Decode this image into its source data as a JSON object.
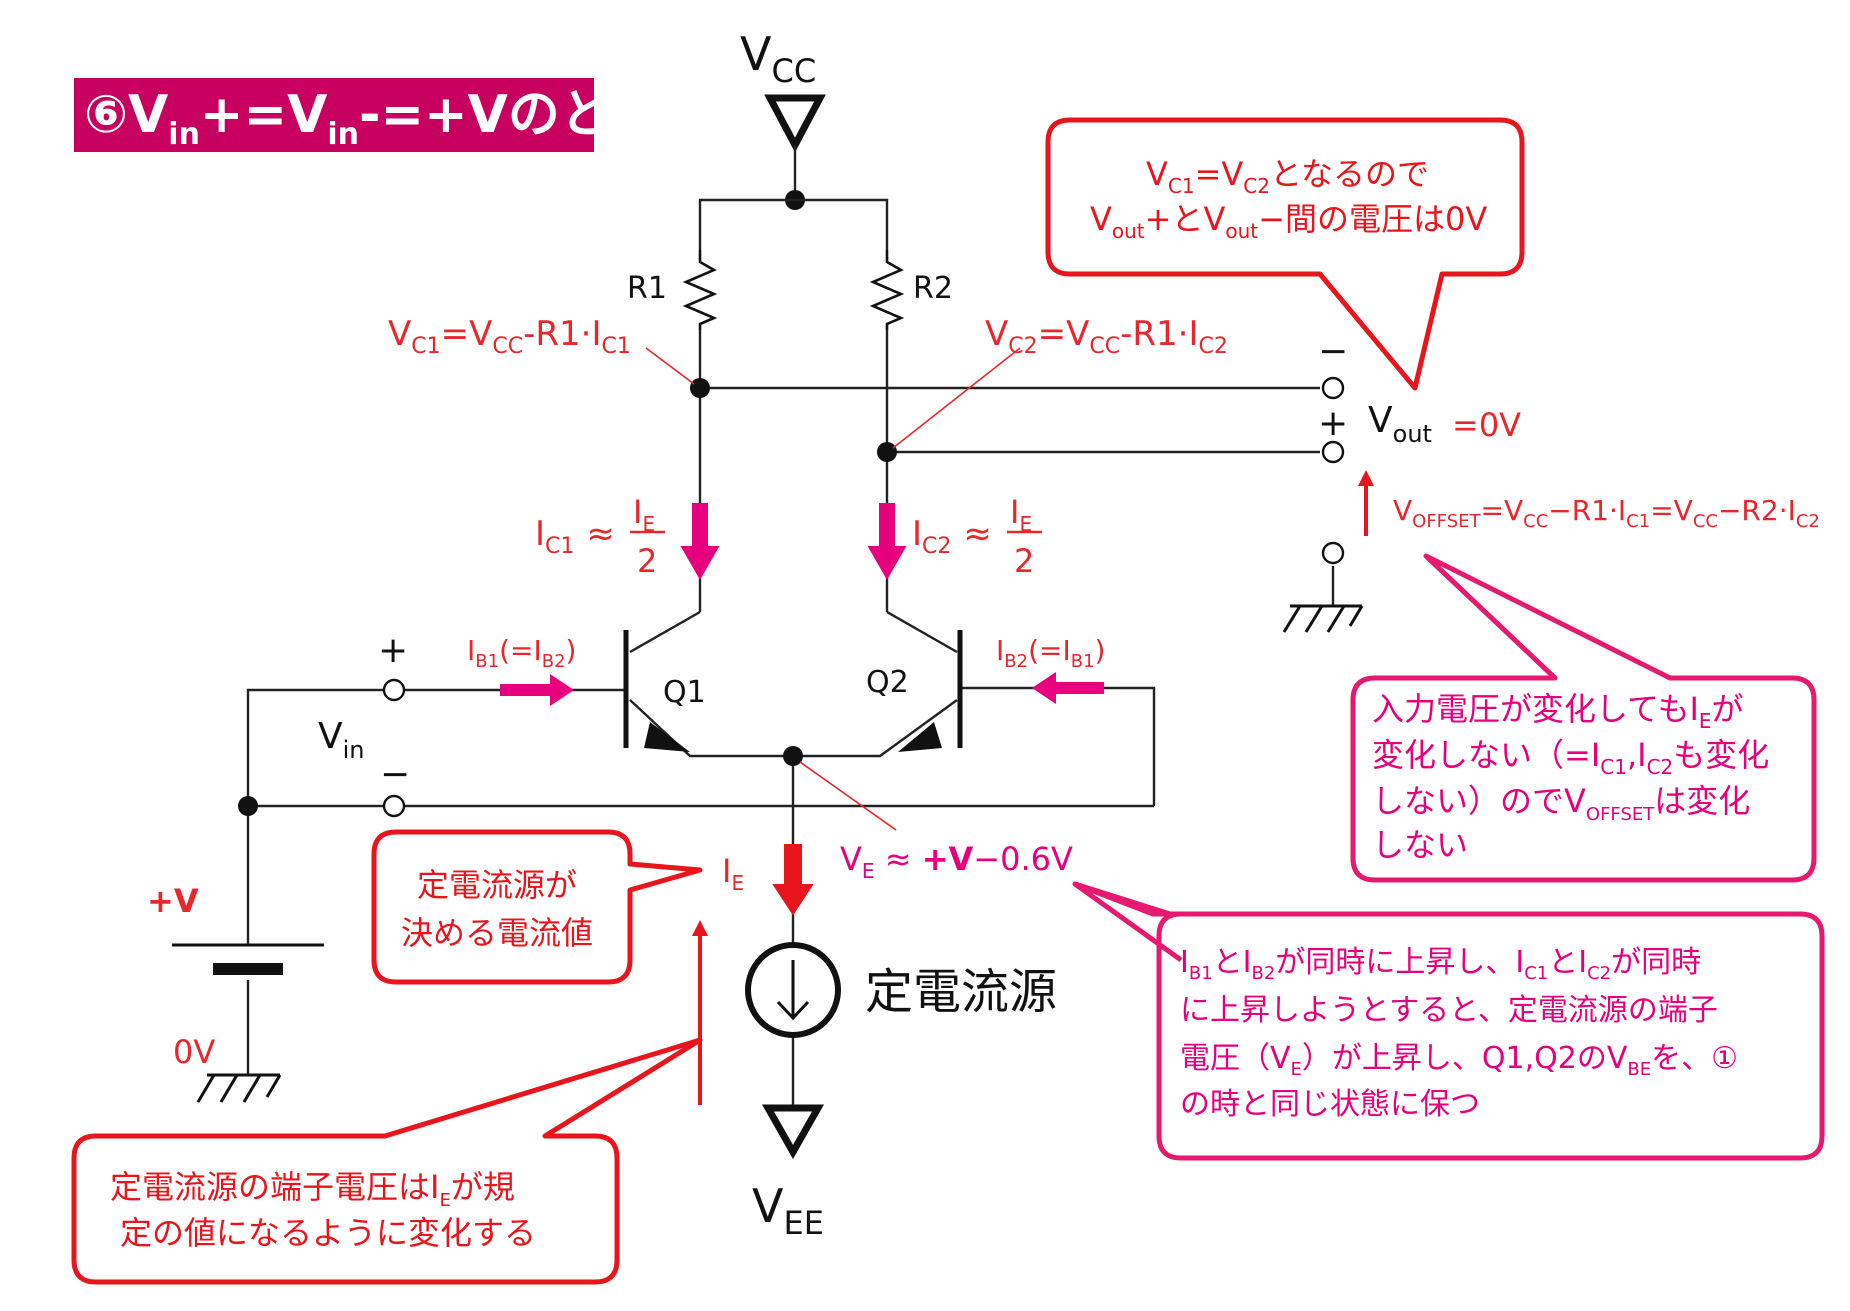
{
  "title": {
    "circle_num": "⑥",
    "v1": "V",
    "s1": "in",
    "t1": "+=",
    "v2": "V",
    "s2": "in",
    "t2": "-=+Vのとき"
  },
  "colors": {
    "title_bg": "#c8005f",
    "red": "#e8272c",
    "magenta": "#e6007e",
    "black": "#111111"
  },
  "supply": {
    "vcc_main": "V",
    "vcc_sub": "CC",
    "vee_main": "V",
    "vee_sub": "EE"
  },
  "components": {
    "r1": "R1",
    "r2": "R2",
    "q1": "Q1",
    "q2": "Q2",
    "plus_top": "+",
    "minus_in": "−",
    "plus_in": "+",
    "out_minus": "−",
    "out_plus": "+",
    "vin_main": "V",
    "vin_sub": "in",
    "battery_label": "+V",
    "zero_v": "0V"
  },
  "labels": {
    "vc1": {
      "a": "V",
      "a_s": "C1",
      "b": "=V",
      "b_s": "CC",
      "c": "-R1·I",
      "c_s": "C1"
    },
    "vc2": {
      "a": "V",
      "a_s": "C2",
      "b": "=V",
      "b_s": "CC",
      "c": "-R1·I",
      "c_s": "C2"
    },
    "vout": {
      "main": "V",
      "sub": "out",
      "value": "=0V"
    },
    "voffset": {
      "a": "V",
      "a_s": "OFFSET",
      "b": "=V",
      "b_s": "CC",
      "c": "−R1·I",
      "c_s": "C1",
      "d": "=V",
      "d_s": "CC",
      "e": "−R2·I",
      "e_s": "C2"
    },
    "ic1": {
      "main": "I",
      "sub": "C1",
      "approx": "≈",
      "num_main": "I",
      "num_sub": "E",
      "den": "2"
    },
    "ic2": {
      "main": "I",
      "sub": "C2",
      "approx": "≈",
      "num_main": "I",
      "num_sub": "E",
      "den": "2"
    },
    "ib1": {
      "a": "I",
      "a_s": "B1",
      "b": "(=I",
      "b_s": "B2",
      "c": ")"
    },
    "ib2": {
      "a": "I",
      "a_s": "B2",
      "b": "(=I",
      "b_s": "B1",
      "c": ")"
    },
    "ie": {
      "main": "I",
      "sub": "E"
    },
    "ve": {
      "a": "V",
      "a_s": "E",
      "b": " ≈ ",
      "c": "+V",
      "d": "−0.6V"
    },
    "ccs": "定電流源"
  },
  "callouts": {
    "top": {
      "l1": {
        "a": "V",
        "a_s": "C1",
        "b": "=V",
        "b_s": "C2",
        "c": "となるので"
      },
      "l2": {
        "a": "V",
        "a_s": "out",
        "b": "+とV",
        "b_s": "out",
        "c": "−間の電圧は0V"
      }
    },
    "right": {
      "l1": {
        "a": "入力電圧が変化してもI",
        "a_s": "E",
        "b": "が"
      },
      "l2": {
        "a": "変化しない（=I",
        "a_s": "C1",
        "b": ",I",
        "b_s": "C2",
        "c": "も変化"
      },
      "l3": {
        "a": "しない）のでV",
        "a_s": "OFFSET",
        "b": "は変化"
      },
      "l4": "しない"
    },
    "ccs_value": {
      "l1": "定電流源が",
      "l2": "決める電流値"
    },
    "bottom_left": {
      "l1": {
        "a": "定電流源の端子電圧はI",
        "a_s": "E",
        "b": "が規"
      },
      "l2": "定の値になるように変化する"
    },
    "bottom_right": {
      "l1": {
        "a": "I",
        "a_s": "B1",
        "b": "とI",
        "b_s": "B2",
        "c": "が同時に上昇し、I",
        "c_s": "C1",
        "d": "とI",
        "d_s": "C2",
        "e": "が同時"
      },
      "l2": "に上昇しようとすると、定電流源の端子",
      "l3": {
        "a": "電圧（V",
        "a_s": "E",
        "b": "）が上昇し、Q1,Q2のV",
        "b_s": "BE",
        "c": "を、①"
      },
      "l4": "の時と同じ状態に保つ"
    }
  }
}
